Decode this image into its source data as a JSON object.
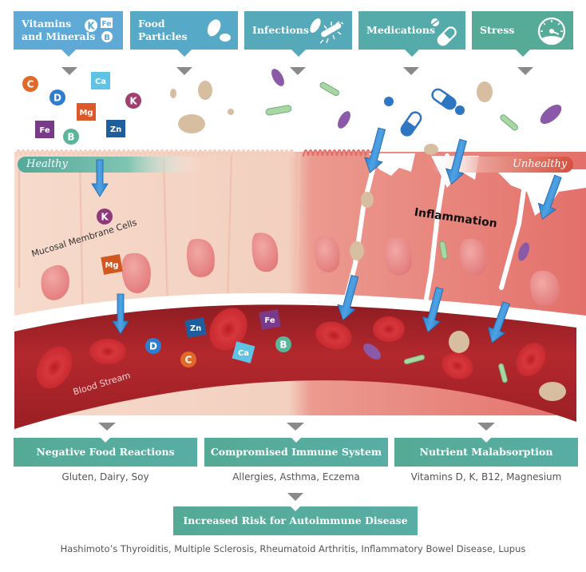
{
  "causes": [
    {
      "label": "Vitamins and Minerals",
      "line1": "Vitamins",
      "line2": "and Minerals",
      "icon": "vitamin-badges-icon",
      "color": "#5ea9d6",
      "badges": [
        "K",
        "Fe",
        "B"
      ]
    },
    {
      "label": "Food Particles",
      "line1": "Food",
      "line2": "Particles",
      "icon": "food-particle-icon",
      "color": "#57a9c8"
    },
    {
      "label": "Infections",
      "icon": "microbe-icon",
      "color": "#55a9b8"
    },
    {
      "label": "Medications",
      "icon": "pill-capsule-icon",
      "color": "#55aaaa"
    },
    {
      "label": "Stress",
      "icon": "gauge-icon",
      "color": "#55aa98"
    }
  ],
  "scene": {
    "healthy_label": "Healthy",
    "unhealthy_label": "Unhealthy",
    "inflammation_label": "Inflammation",
    "cells_label": "Mucosal Membrane Cells",
    "blood_label": "Blood Stream",
    "nutrients_outside": [
      "C",
      "Ca",
      "D",
      "Mg",
      "K",
      "Fe",
      "B",
      "Zn"
    ],
    "nutrients_in_cells": [
      "K",
      "Mg"
    ],
    "nutrients_in_blood": [
      "Zn",
      "Fe",
      "D",
      "C",
      "Ca",
      "B"
    ]
  },
  "effects": [
    {
      "label": "Negative Food Reactions",
      "detail": "Gluten, Dairy, Soy"
    },
    {
      "label": "Compromised Immune System",
      "detail": "Allergies, Asthma, Eczema"
    },
    {
      "label": "Nutrient Malabsorption",
      "detail": "Vitamins D, K, B12, Magnesium"
    }
  ],
  "outcome": {
    "label": "Increased Risk for Autoimmune Disease",
    "detail": "Hashimoto’s Thyroiditis, Multiple Sclerosis, Rheumatoid Arthritis, Inflammatory Bowel Disease, Lupus"
  },
  "colors": {
    "teal": "#53a99a",
    "blue_arrow": "#3a8fd6",
    "blood": "#b3282d",
    "healthy_cell": "#f5d7c8",
    "unhealthy_cell": "#e4736c"
  }
}
